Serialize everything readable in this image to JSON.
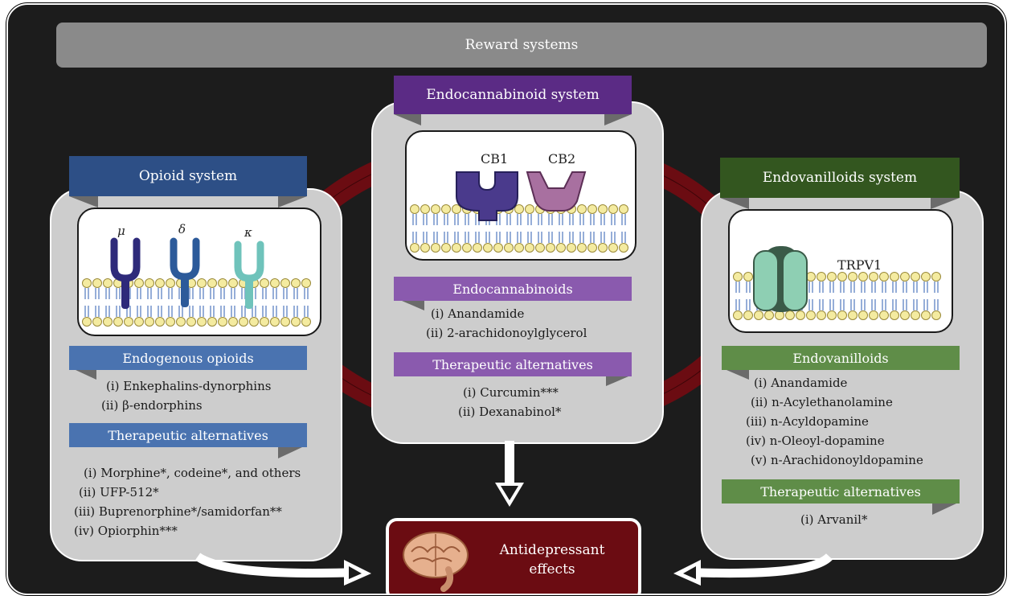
{
  "title": "Reward systems",
  "colors": {
    "background": "#1c1c1c",
    "opioid": "#2d4f86",
    "opioid_sub": "#4a73b0",
    "cannabinoid": "#5b2b85",
    "cannabinoid_sub": "#8a5aae",
    "vanilloid": "#33561f",
    "vanilloid_sub": "#5f8d48",
    "ring": "#6b0c12"
  },
  "opioid": {
    "header": "Opioid system",
    "receptors": [
      "μ",
      "δ",
      "κ"
    ],
    "endogenous_title": "Endogenous opioids",
    "endogenous": [
      {
        "num": "(i)",
        "text": "Enkephalins-dynorphins"
      },
      {
        "num": "(ii)",
        "text": "β-endorphins"
      }
    ],
    "therapeutic_title": "Therapeutic alternatives",
    "therapeutic": [
      {
        "num": "(i)",
        "text": "Morphine*, codeine*, and others"
      },
      {
        "num": "(ii)",
        "text": "UFP-512*"
      },
      {
        "num": "(iii)",
        "text": "Buprenorphine*/samidorfan**"
      },
      {
        "num": "(iv)",
        "text": "Opiorphin***"
      }
    ]
  },
  "cannabinoid": {
    "header": "Endocannabinoid system",
    "receptors": [
      "CB1",
      "CB2"
    ],
    "endogenous_title": "Endocannabinoids",
    "endogenous": [
      {
        "num": "(i)",
        "text": "Anandamide"
      },
      {
        "num": "(ii)",
        "text": "2-arachidonoylglycerol"
      }
    ],
    "therapeutic_title": "Therapeutic alternatives",
    "therapeutic": [
      {
        "num": "(i)",
        "text": "Curcumin***"
      },
      {
        "num": "(ii)",
        "text": "Dexanabinol*"
      }
    ]
  },
  "vanilloid": {
    "header": "Endovanilloids system",
    "receptor": "TRPV1",
    "endogenous_title": "Endovanilloids",
    "endogenous": [
      {
        "num": "(i)",
        "text": "Anandamide"
      },
      {
        "num": "(ii)",
        "text": "n-Acylethanolamine"
      },
      {
        "num": "(iii)",
        "text": "n-Acyldopamine"
      },
      {
        "num": "(iv)",
        "text": "n-Oleoyl-dopamine"
      },
      {
        "num": "(v)",
        "text": "n-Arachidonoyldopamine"
      }
    ],
    "therapeutic_title": "Therapeutic alternatives",
    "therapeutic": [
      {
        "num": "(i)",
        "text": "Arvanil*"
      }
    ]
  },
  "effects": {
    "icon": "brain-icon",
    "label": "Antidepressant effects"
  }
}
